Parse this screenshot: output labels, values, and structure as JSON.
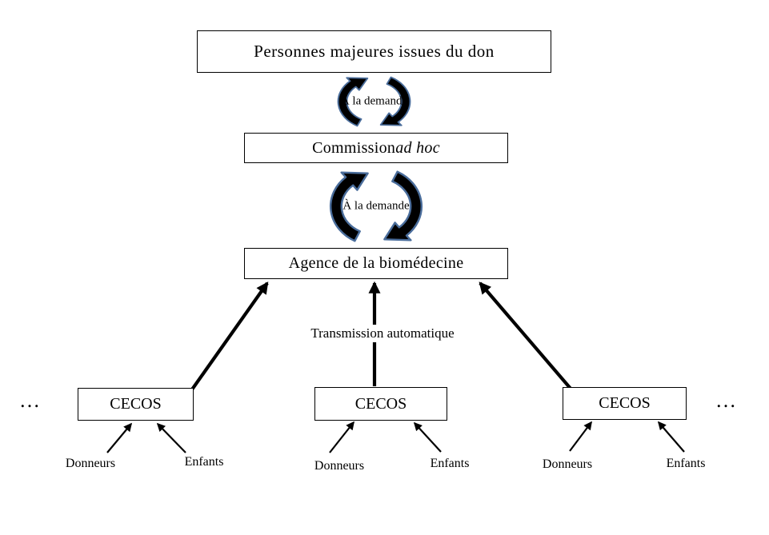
{
  "diagram": {
    "top_box": {
      "label": "Personnes majeures issues du don"
    },
    "cycle1": {
      "label": "À la demande"
    },
    "commission_box": {
      "label_regular": "Commission ",
      "label_italic": "ad hoc"
    },
    "cycle2": {
      "label": "À la demande"
    },
    "agency_box": {
      "label": "Agence de la biomédecine"
    },
    "transmission_label": "Transmission automatique",
    "cecos_boxes": [
      {
        "label": "CECOS"
      },
      {
        "label": "CECOS"
      },
      {
        "label": "CECOS"
      }
    ],
    "ellipsis_left": "…",
    "ellipsis_right": "…",
    "source_labels": {
      "donneurs": "Donneurs",
      "enfants": "Enfants"
    },
    "colors": {
      "arrow_fill": "#000000",
      "cycle_outline": "#4a6d9b",
      "box_border": "#000000",
      "background": "#ffffff"
    }
  }
}
